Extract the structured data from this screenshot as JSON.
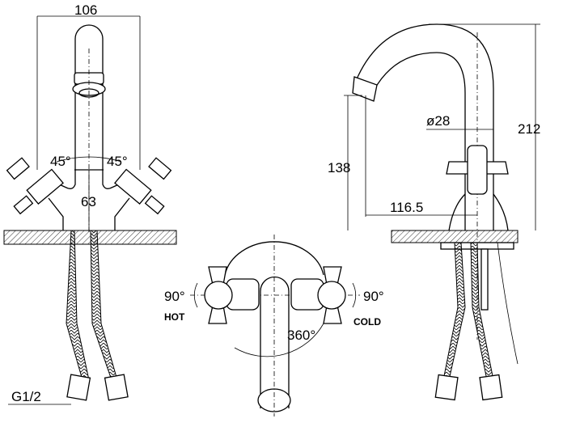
{
  "front_view": {
    "width_dim": "106",
    "angle_left": "45°",
    "angle_right": "45°",
    "height_dim": "63",
    "thread": "G1/2"
  },
  "top_view": {
    "hot_angle": "90°",
    "hot_label": "HOT",
    "cold_angle": "90°",
    "cold_label": "COLD",
    "spout_rotation": "360°"
  },
  "side_view": {
    "total_height": "212",
    "spout_height": "138",
    "diameter": "ø28",
    "reach": "116.5"
  }
}
